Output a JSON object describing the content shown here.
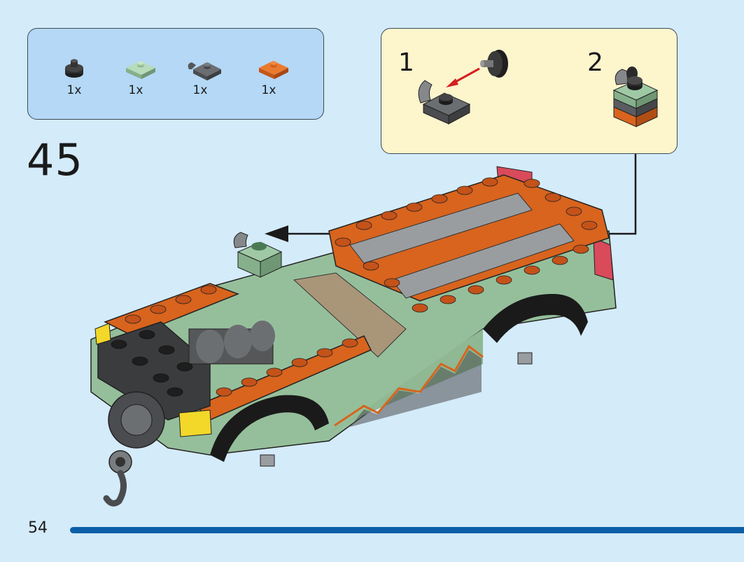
{
  "parts": [
    {
      "qty": "1x",
      "icon": "black-round-tile-icon",
      "color": "#2b2b2b"
    },
    {
      "qty": "1x",
      "icon": "sand-green-plate-icon",
      "color": "#9fc9a4"
    },
    {
      "qty": "1x",
      "icon": "gray-clip-plate-icon",
      "color": "#5a5d60"
    },
    {
      "qty": "1x",
      "icon": "orange-plate-icon",
      "color": "#d8641e"
    }
  ],
  "subassembly": {
    "step1": "1",
    "step2": "2"
  },
  "step_number": "45",
  "page_number": "54",
  "colors": {
    "background": "#d4ebfa",
    "parts_box": "#b4d8f5",
    "subassembly_box": "#fdf5cc",
    "accent_bar": "#0b5fa8",
    "arrow_red": "#d42025"
  }
}
